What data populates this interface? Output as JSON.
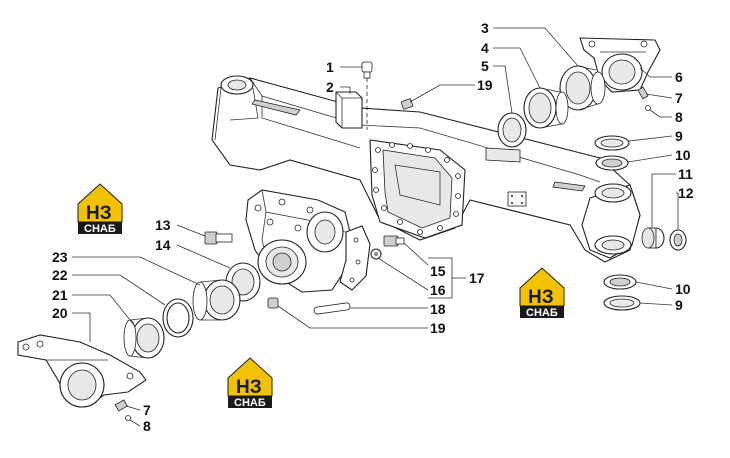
{
  "callouts": [
    {
      "id": "label-1",
      "text": "1"
    },
    {
      "id": "label-2",
      "text": "2"
    },
    {
      "id": "label-3",
      "text": "3"
    },
    {
      "id": "label-4",
      "text": "4"
    },
    {
      "id": "label-5",
      "text": "5"
    },
    {
      "id": "label-6",
      "text": "6"
    },
    {
      "id": "label-7-right",
      "text": "7"
    },
    {
      "id": "label-8-right",
      "text": "8"
    },
    {
      "id": "label-9-upper",
      "text": "9"
    },
    {
      "id": "label-10-upper",
      "text": "10"
    },
    {
      "id": "label-11",
      "text": "11"
    },
    {
      "id": "label-12",
      "text": "12"
    },
    {
      "id": "label-13",
      "text": "13"
    },
    {
      "id": "label-14",
      "text": "14"
    },
    {
      "id": "label-15",
      "text": "15"
    },
    {
      "id": "label-16",
      "text": "16"
    },
    {
      "id": "label-17",
      "text": "17"
    },
    {
      "id": "label-18",
      "text": "18"
    },
    {
      "id": "label-19-upper",
      "text": "19"
    },
    {
      "id": "label-19-lower",
      "text": "19"
    },
    {
      "id": "label-10-lower",
      "text": "10"
    },
    {
      "id": "label-9-lower",
      "text": "9"
    },
    {
      "id": "label-20",
      "text": "20"
    },
    {
      "id": "label-21",
      "text": "21"
    },
    {
      "id": "label-22",
      "text": "22"
    },
    {
      "id": "label-23",
      "text": "23"
    },
    {
      "id": "label-7-left",
      "text": "7"
    },
    {
      "id": "label-8-left",
      "text": "8"
    }
  ],
  "watermark": {
    "logo_text": "НЗ",
    "caption": "СНАБ",
    "colors": {
      "yellow": "#f2c200",
      "dark": "#1a1a1a",
      "caption_bg": "#1a1a1a"
    }
  }
}
